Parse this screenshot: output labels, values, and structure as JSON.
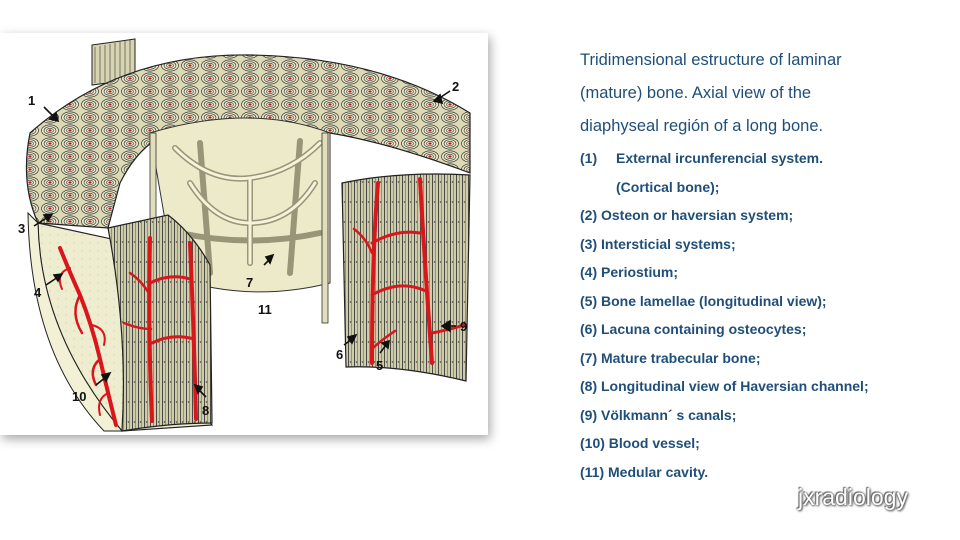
{
  "caption": {
    "line1": "Tridimensional estructure of laminar",
    "line2": "(mature) bone. Axial view of the",
    "line3": "diaphyseal región of a long bone."
  },
  "legend": {
    "first_number": "(1)",
    "first_text": "External ircunferencial system.(Cortical bone);",
    "items": [
      "(2) Osteon or haversian system;",
      "(3) Intersticial systems;",
      "(4) Periostium;",
      "(5) Bone lamellae (longitudinal view);",
      "(6) Lacuna containing osteocytes;",
      "(7) Mature trabecular bone;",
      "(8) Longitudinal view of Haversian channel;",
      "(9) Völkmann´ s canals;",
      "(10) Blood vessel;",
      "(11) Medular cavity."
    ]
  },
  "diagram_labels": {
    "l1": "1",
    "l2": "2",
    "l3": "3",
    "l4": "4",
    "l5": "5",
    "l6": "6",
    "l7": "7",
    "l8": "8",
    "l9": "9",
    "l10": "10",
    "l11": "11"
  },
  "watermark": {
    "text": "jxradiology",
    "icon": "wechat-icon"
  },
  "colors": {
    "text_blue": "#1f4e79",
    "bone_fill": "#e6e3bf",
    "bone_shadow": "#a9a688",
    "vessel_red": "#d8161c",
    "cut_face": "#ccc9a6"
  }
}
